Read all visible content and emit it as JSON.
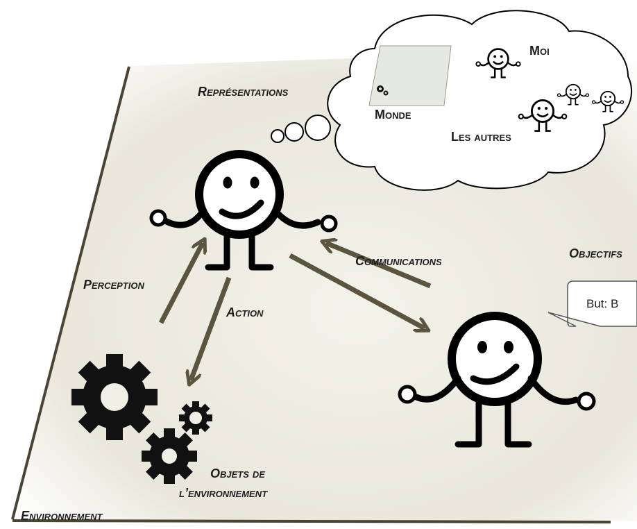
{
  "labels": {
    "representations": "Représentations",
    "monde": "Monde",
    "moi": "Moi",
    "les_autres": "Les autres",
    "communications": "Communications",
    "objectifs": "Objectifs",
    "perception": "Perception",
    "action": "Action",
    "objets_line1": "Objets de",
    "objets_line2": "l’environnement",
    "environnement": "Environnement"
  },
  "speech_bubble": {
    "text": "But: B"
  },
  "colors": {
    "arrow": "#5b553f",
    "floor_edge": "#4a4433",
    "agent": "#000000"
  }
}
